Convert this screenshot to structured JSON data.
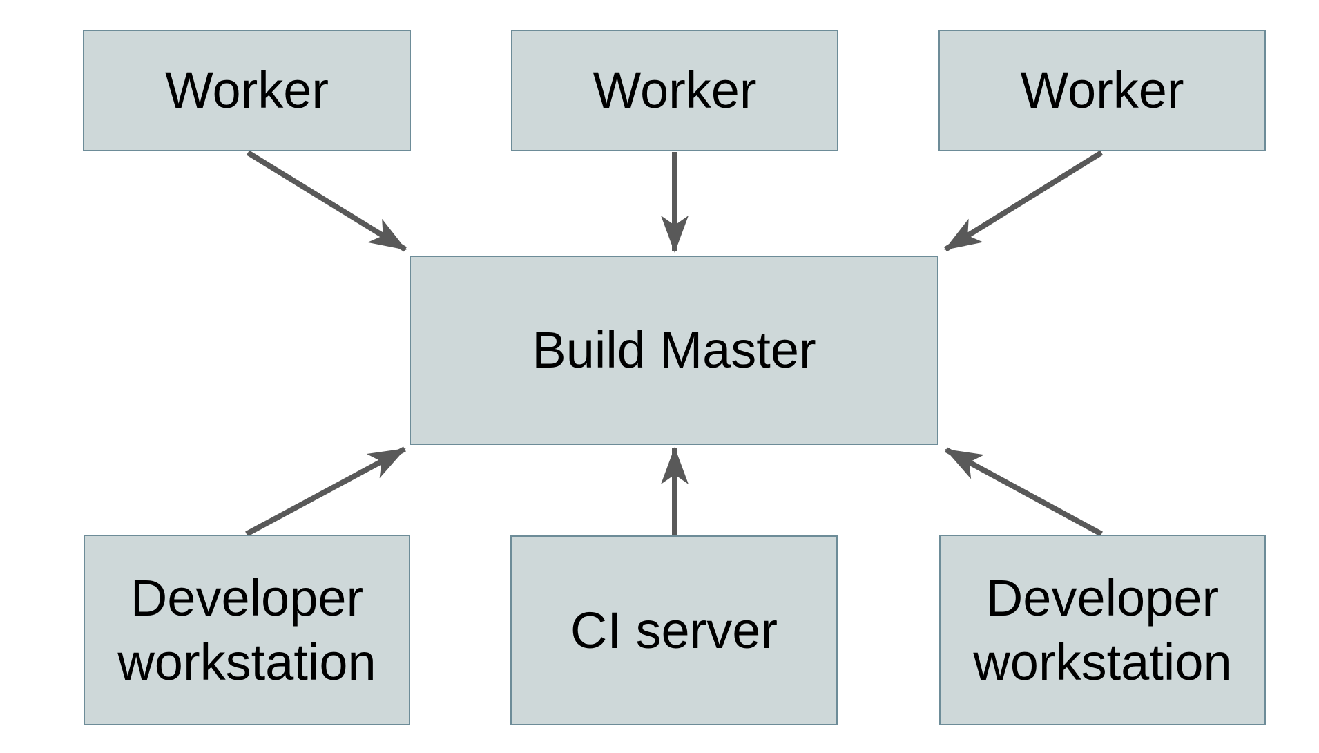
{
  "diagram": {
    "description": "Distributed build system diagram: three Workers, two Developer workstations and a CI server all point to a central Build Master",
    "nodes": [
      {
        "id": "worker-left",
        "label": "Worker"
      },
      {
        "id": "worker-middle",
        "label": "Worker"
      },
      {
        "id": "worker-right",
        "label": "Worker"
      },
      {
        "id": "build-master",
        "label": "Build Master"
      },
      {
        "id": "dev-workstation-left",
        "label": "Developer workstation"
      },
      {
        "id": "ci-server",
        "label": "CI server"
      },
      {
        "id": "dev-workstation-right",
        "label": "Developer workstation"
      }
    ],
    "edges": [
      {
        "from": "worker-left",
        "to": "build-master"
      },
      {
        "from": "worker-middle",
        "to": "build-master"
      },
      {
        "from": "worker-right",
        "to": "build-master"
      },
      {
        "from": "dev-workstation-left",
        "to": "build-master"
      },
      {
        "from": "ci-server",
        "to": "build-master"
      },
      {
        "from": "dev-workstation-right",
        "to": "build-master"
      }
    ],
    "colors": {
      "node_fill": "#ced8d9",
      "node_border": "#6d8c98",
      "arrow": "#595959",
      "text": "#000000",
      "canvas_background": "#ffffff"
    }
  }
}
